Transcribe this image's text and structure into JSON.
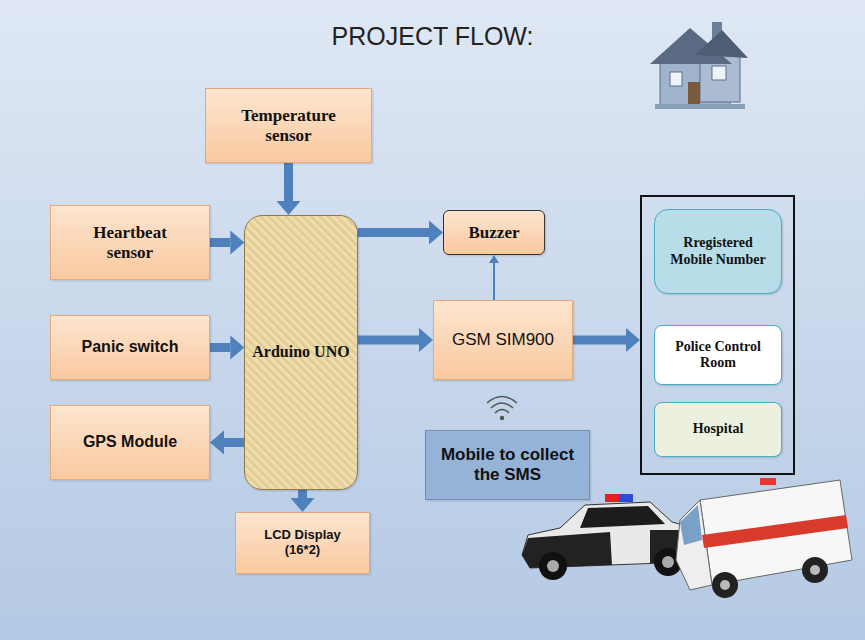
{
  "diagram": {
    "title": "PROJECT FLOW:",
    "nodes": [
      {
        "text": [
          "Temperature sensor"
        ]
      },
      {
        "text": [
          "Heartbeat sensor"
        ]
      },
      {
        "text": [
          "Arduino UNO"
        ]
      },
      {
        "text": [
          "Buzzer"
        ]
      },
      {
        "text": [
          "Panic switch"
        ]
      },
      {
        "text": [
          "GSM SIM900"
        ]
      },
      {
        "text": [
          "GPS Module"
        ]
      },
      {
        "text": [
          "Mobile to collect the SMS"
        ]
      },
      {
        "text": [
          "LCD Display (16*2)"
        ]
      },
      {
        "text": []
      },
      {
        "text": [
          "Rregistered Mobile Number"
        ],
        "in": 9
      },
      {
        "text": [
          "Police Control Room"
        ],
        "in": 9
      },
      {
        "text": [
          "Hospital"
        ],
        "in": 9
      }
    ],
    "edges": [
      {
        "from": 0,
        "to": 2,
        "arrow": "to"
      },
      {
        "from": 1,
        "to": 2,
        "arrow": "to"
      },
      {
        "from": 4,
        "to": 2,
        "arrow": "to"
      },
      {
        "from": 2,
        "to": 6,
        "arrow": "to"
      },
      {
        "from": 2,
        "to": 3,
        "arrow": "to"
      },
      {
        "from": 2,
        "to": 5,
        "arrow": "to"
      },
      {
        "from": 2,
        "to": 8,
        "arrow": "to"
      },
      {
        "from": 5,
        "to": 3,
        "arrow": "to"
      },
      {
        "from": 5,
        "to": 9,
        "arrow": "to"
      }
    ]
  }
}
